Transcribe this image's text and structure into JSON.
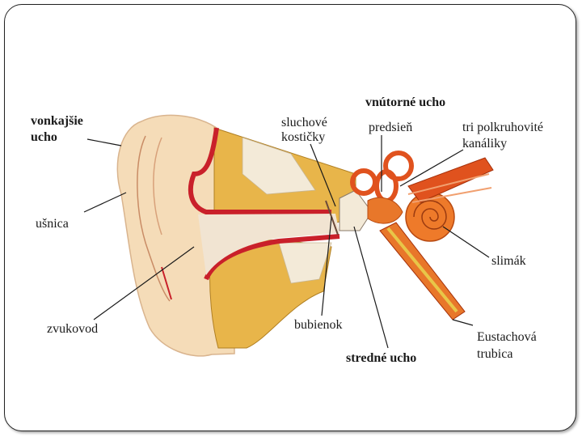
{
  "labels": {
    "outer_ear_line1": "vonkajšie",
    "outer_ear_line2": "ucho",
    "auricle": "ušnica",
    "ear_canal": "zvukovod",
    "ossicles_line1": "sluchové",
    "ossicles_line2": "kostičky",
    "inner_ear": "vnútorné ucho",
    "vestibule": "predsieň",
    "semicircular_line1": "tri polkruhovité",
    "semicircular_line2": "kanáliky",
    "cochlea": "slimák",
    "eustachian_line1": "Eustachová",
    "eustachian_line2": "trubica",
    "eardrum": "bubienok",
    "middle_ear": "stredné ucho"
  },
  "colors": {
    "skin": "#f5dcb8",
    "bone": "#e8b54a",
    "red": "#c9202a",
    "orange": "#e8772a",
    "cavity": "#f1e4d2"
  }
}
